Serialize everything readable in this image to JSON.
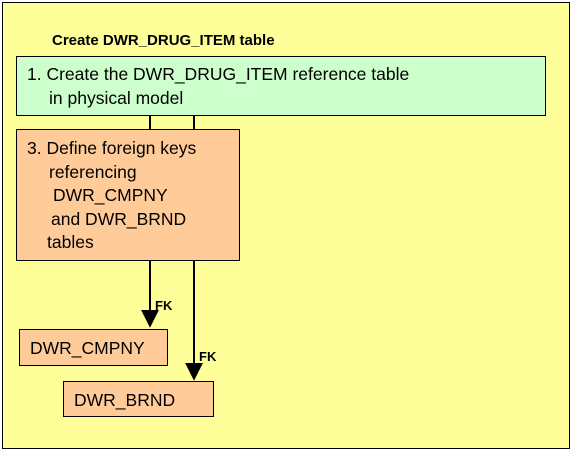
{
  "title": "Create DWR_DRUG_ITEM table",
  "step1": {
    "line1": "1. Create the DWR_DRUG_ITEM reference table",
    "line2": "in physical model"
  },
  "step3": {
    "lines": [
      "3. Define foreign keys",
      "referencing",
      "DWR_CMPNY",
      "and DWR_BRND",
      "tables"
    ]
  },
  "entities": {
    "cmpny": "DWR_CMPNY",
    "brnd": "DWR_BRND"
  },
  "edges": {
    "fk_cmpny": "FK",
    "fk_brnd": "FK"
  },
  "colors": {
    "background": "#ffff99",
    "step1_fill": "#ccffcc",
    "step3_fill": "#ffcc99",
    "entity_fill": "#ffcc99",
    "line": "#000000"
  }
}
